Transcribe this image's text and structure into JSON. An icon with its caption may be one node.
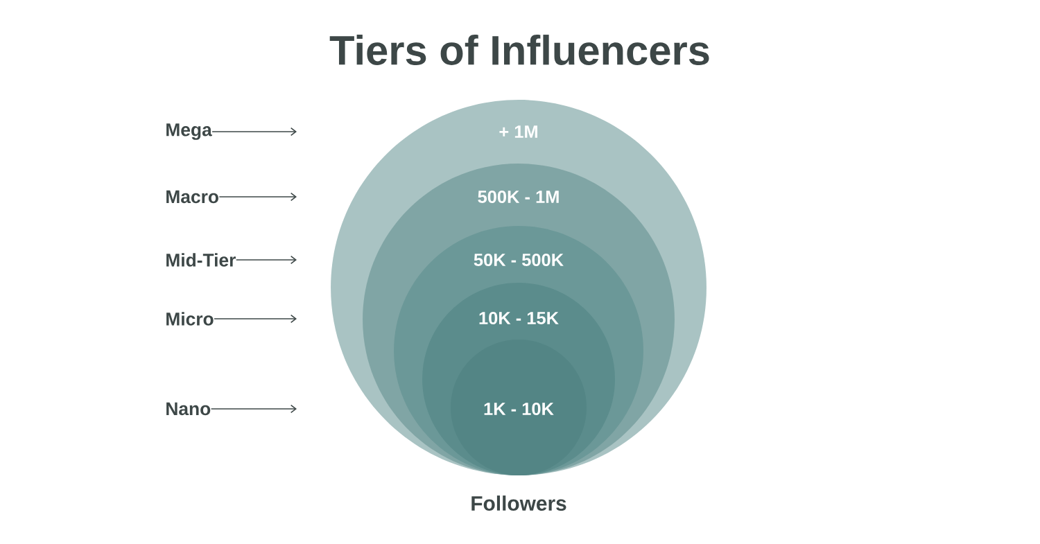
{
  "diagram": {
    "title": "Tiers of Influencers",
    "nodes": [
      {
        "text": [
          "+ 1M"
        ]
      },
      {
        "text": [
          "500K - 1M"
        ],
        "in": 0
      },
      {
        "text": [
          "50K - 500K"
        ],
        "in": 1
      },
      {
        "text": [
          "10K - 15K"
        ],
        "in": 2
      },
      {
        "text": [
          "1K - 10K"
        ],
        "in": 3
      },
      {
        "text": [
          "Mega"
        ]
      },
      {
        "text": [
          "Macro"
        ]
      },
      {
        "text": [
          "Mid-Tier"
        ]
      },
      {
        "text": [
          "Micro"
        ]
      },
      {
        "text": [
          "Nano"
        ]
      }
    ],
    "edges": [
      {
        "from": 5,
        "to": null,
        "arrow": "to"
      },
      {
        "from": 6,
        "to": null,
        "arrow": "to"
      },
      {
        "from": 7,
        "to": null,
        "arrow": "to"
      },
      {
        "from": 8,
        "to": null,
        "arrow": "to"
      },
      {
        "from": 9,
        "to": null,
        "arrow": "to"
      }
    ],
    "labels": [
      "Followers"
    ]
  }
}
